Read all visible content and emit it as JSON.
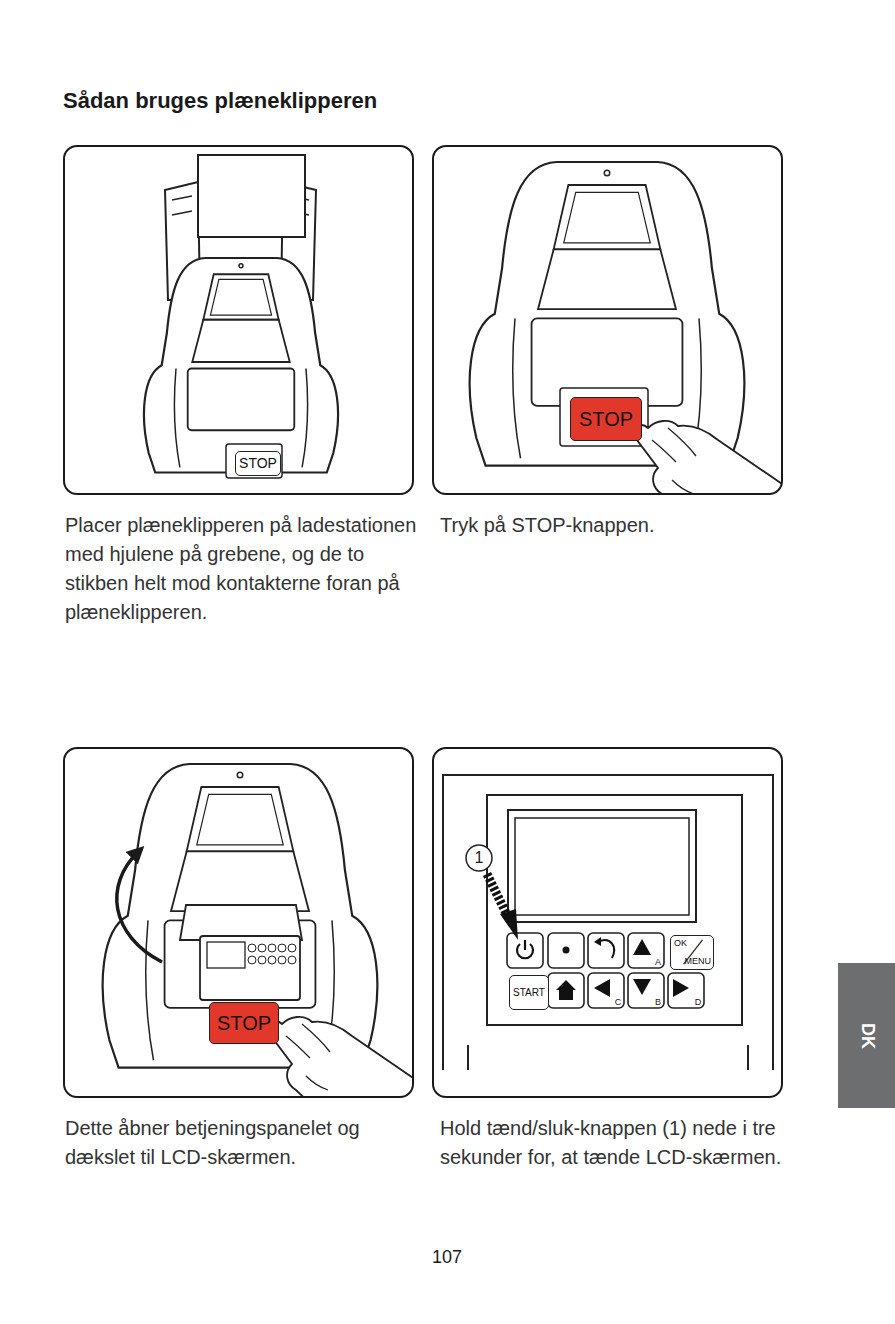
{
  "diagram": {
    "title": "Sådan bruges plæneklipperen",
    "nodes": [
      {
        "text": [
          "Placer plæneklipperen på ladestationen med hjulene på grebene, og de to stikben helt mod kontakterne foran på plæneklipperen."
        ]
      },
      {
        "text": [
          "STOP"
        ],
        "in": 0
      },
      {
        "text": [
          "Tryk på STOP-knappen."
        ]
      },
      {
        "text": [
          "STOP"
        ],
        "in": 2
      },
      {
        "text": [
          "Dette åbner betjeningspanelet og dækslet til LCD-skærmen."
        ]
      },
      {
        "text": [
          "STOP"
        ],
        "in": 4
      },
      {
        "text": [
          "Hold tænd/sluk-knappen (1) nede i tre sekunder for, at tænde LCD-skærmen."
        ]
      },
      {
        "text": [
          "START"
        ],
        "in": 6
      },
      {
        "text": [
          "OK",
          "MENU"
        ],
        "in": 6
      },
      {
        "text": [
          "DK"
        ]
      }
    ],
    "labels": [
      "1",
      "A",
      "C",
      "B",
      "D",
      "107"
    ]
  }
}
